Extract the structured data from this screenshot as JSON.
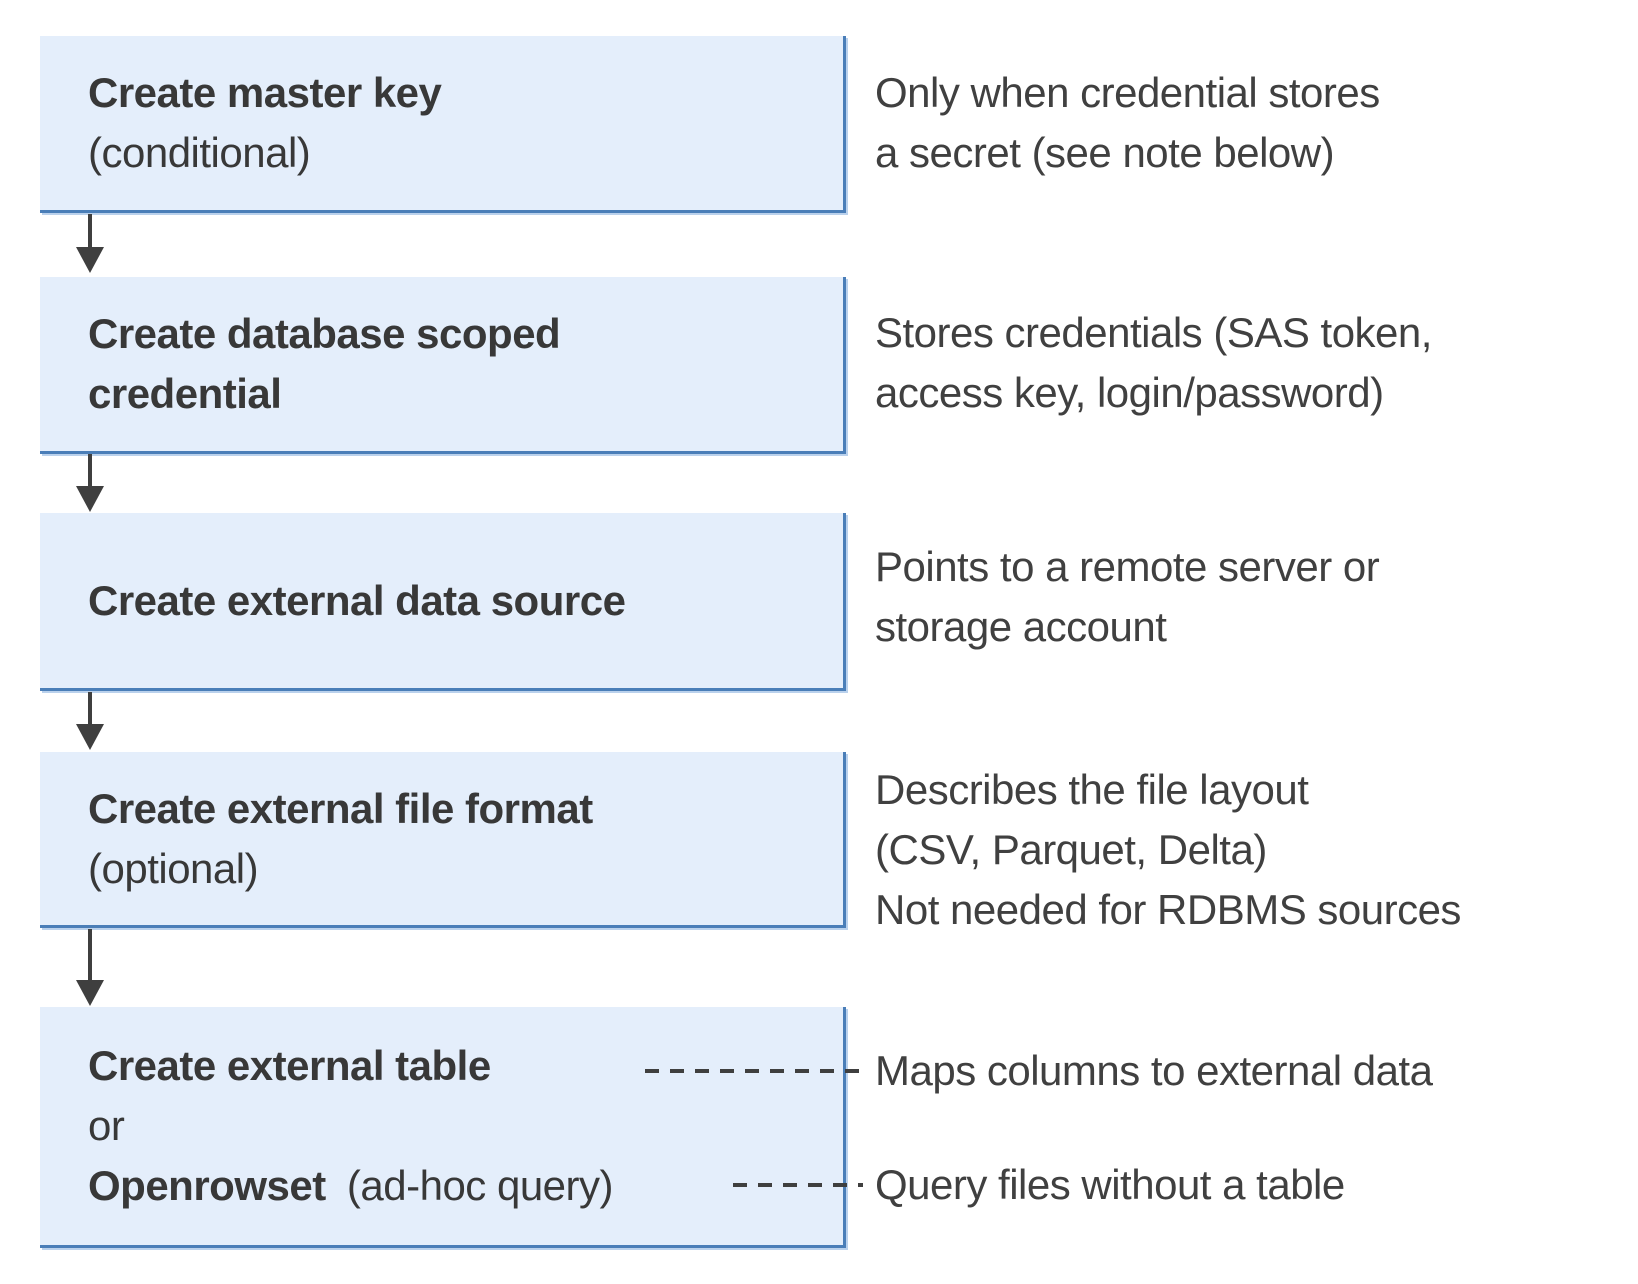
{
  "diagram": {
    "boxes": [
      {
        "title": "Create master key",
        "subtitle": "(conditional)"
      },
      {
        "title": "Create database scoped\ncredential",
        "subtitle": ""
      },
      {
        "title": "Create external data source",
        "subtitle": ""
      },
      {
        "title": "Create external file format",
        "subtitle": "(optional)"
      },
      {
        "line1": "Create external table",
        "line2": "or",
        "line3_bold": "Openrowset",
        "line3_regular": "(ad-hoc query)"
      }
    ],
    "notes": [
      "Only when credential stores\na secret (see note below)",
      "Stores credentials (SAS token,\naccess key, login/password)",
      "Points to a remote server or\nstorage account",
      "Describes the file layout\n(CSV, Parquet, Delta)\nNot needed for RDBMS sources",
      "Maps columns to external data",
      "Query files without a table"
    ],
    "colors": {
      "box_fill": "#e4eefb",
      "box_border": "#4a7eb8",
      "title_text": "#383838",
      "note_text": "#404040",
      "connector": "#3f3f3f"
    }
  }
}
